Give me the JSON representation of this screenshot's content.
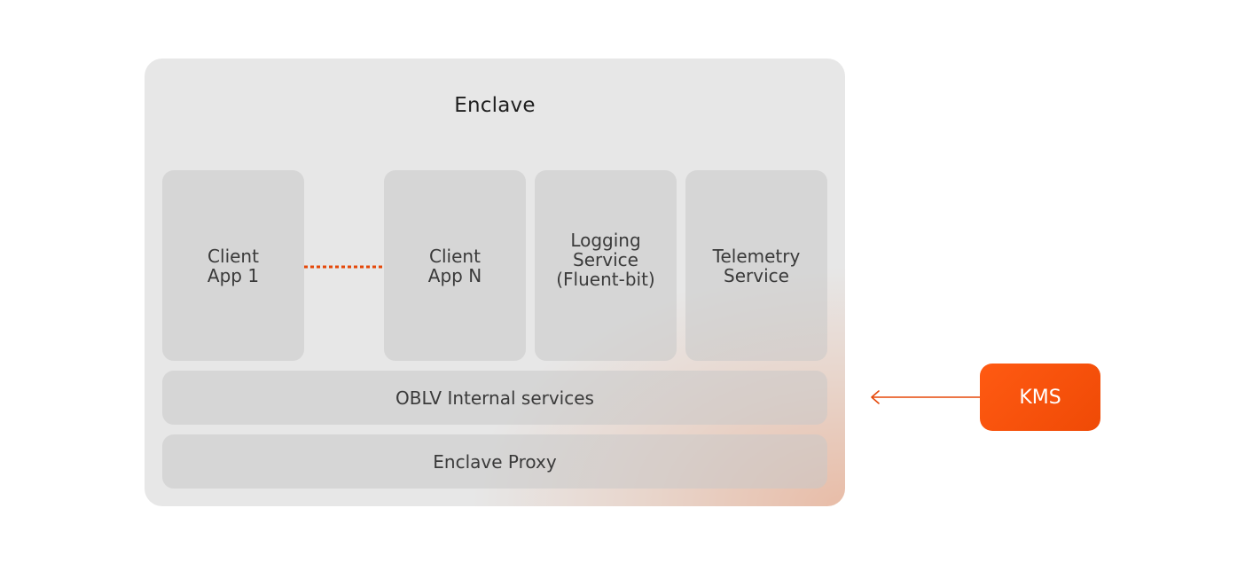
{
  "enclave": {
    "title": "Enclave",
    "apps": [
      {
        "label": "Client\nApp 1"
      },
      {
        "label": "Client\nApp N"
      },
      {
        "label": "Logging\nService\n(Fluent-bit)"
      },
      {
        "label": "Telemetry\nService"
      }
    ],
    "internal_services": "OBLV Internal services",
    "proxy": "Enclave Proxy"
  },
  "kms": {
    "label": "KMS"
  },
  "colors": {
    "accent": "#f04e0a",
    "enclave_bg": "#e7e7e7",
    "box_bg": "#d6d6d6"
  }
}
